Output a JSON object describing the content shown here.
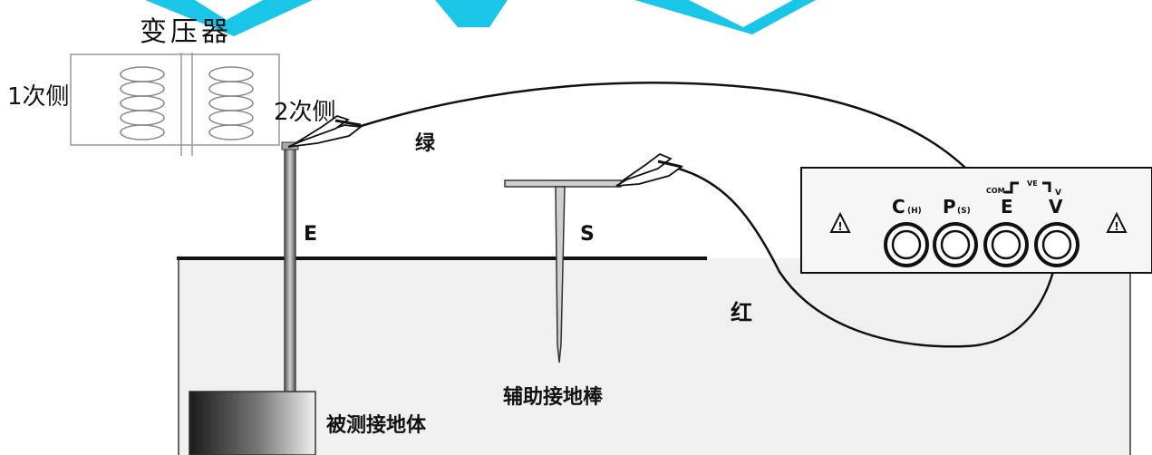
{
  "transformer": {
    "title": "变压器",
    "primary_label": "1次侧",
    "secondary_label": "2次侧"
  },
  "wires": {
    "green_label": "绿",
    "red_label": "红"
  },
  "electrodes": {
    "earth_label": "E",
    "aux_label": "S",
    "aux_rod_label": "辅助接地棒",
    "grounding_body_label": "被测接地体"
  },
  "meter": {
    "terminal_c": "C",
    "terminal_c_sub": "(H)",
    "terminal_p": "P",
    "terminal_p_sub": "(S)",
    "terminal_e": "E",
    "terminal_v": "V",
    "com_label": "COM",
    "ve_label": "VE",
    "v_small_label": "V"
  },
  "colors": {
    "watermark": "#19c6e8",
    "ground_fill": "#f0f0f0",
    "line": "#111111"
  }
}
